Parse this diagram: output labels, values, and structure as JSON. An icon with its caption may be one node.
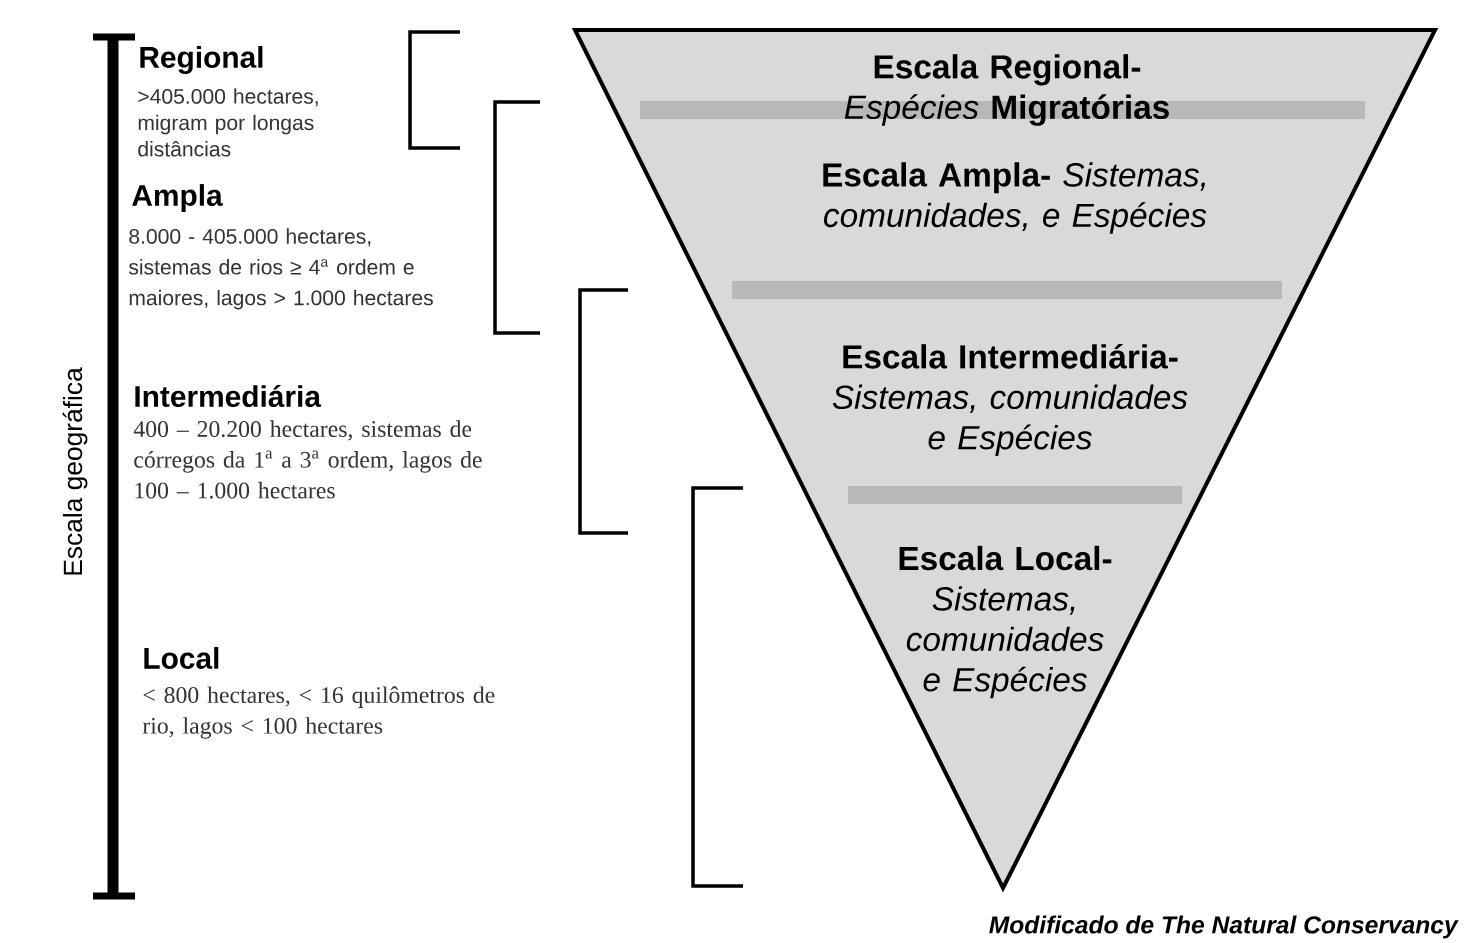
{
  "diagram": {
    "caption": "Modificado de The Natural Conservancy",
    "nodes": [
      {
        "text": [],
        "shape": "triangle"
      },
      {
        "text": [
          "**Escala Regional-** *Espécies* **Migratórias**"
        ],
        "in": 0
      },
      {
        "text": [
          "**Escala Ampla-** *Sistemas, comunidades, e Espécies*"
        ],
        "in": 0
      },
      {
        "text": [
          "**Escala Intermediária-** *Sistemas, comunidades e Espécies*"
        ],
        "in": 0
      },
      {
        "text": [
          "**Escala Local-** *Sistemas, comunidades e Espécies*"
        ],
        "in": 0
      }
    ],
    "labels": [
      "Escala geográfica",
      "Regional",
      ">405.000 hectares, migram por longas distâncias",
      "Ampla",
      "8.000 - 405.000 hectares, sistemas de rios ≥ 4$^{a}$ ordem e maiores, lagos > 1.000 hectares",
      "Intermediária",
      "400 – 20.200 hectares, sistemas de córregos da 1$^{a}$ a 3$^{a}$ ordem, lagos de 100 – 1.000 hectares",
      "Local",
      "< 800 hectares, < 16 quilômetros de rio, lagos < 100 hectares"
    ]
  }
}
